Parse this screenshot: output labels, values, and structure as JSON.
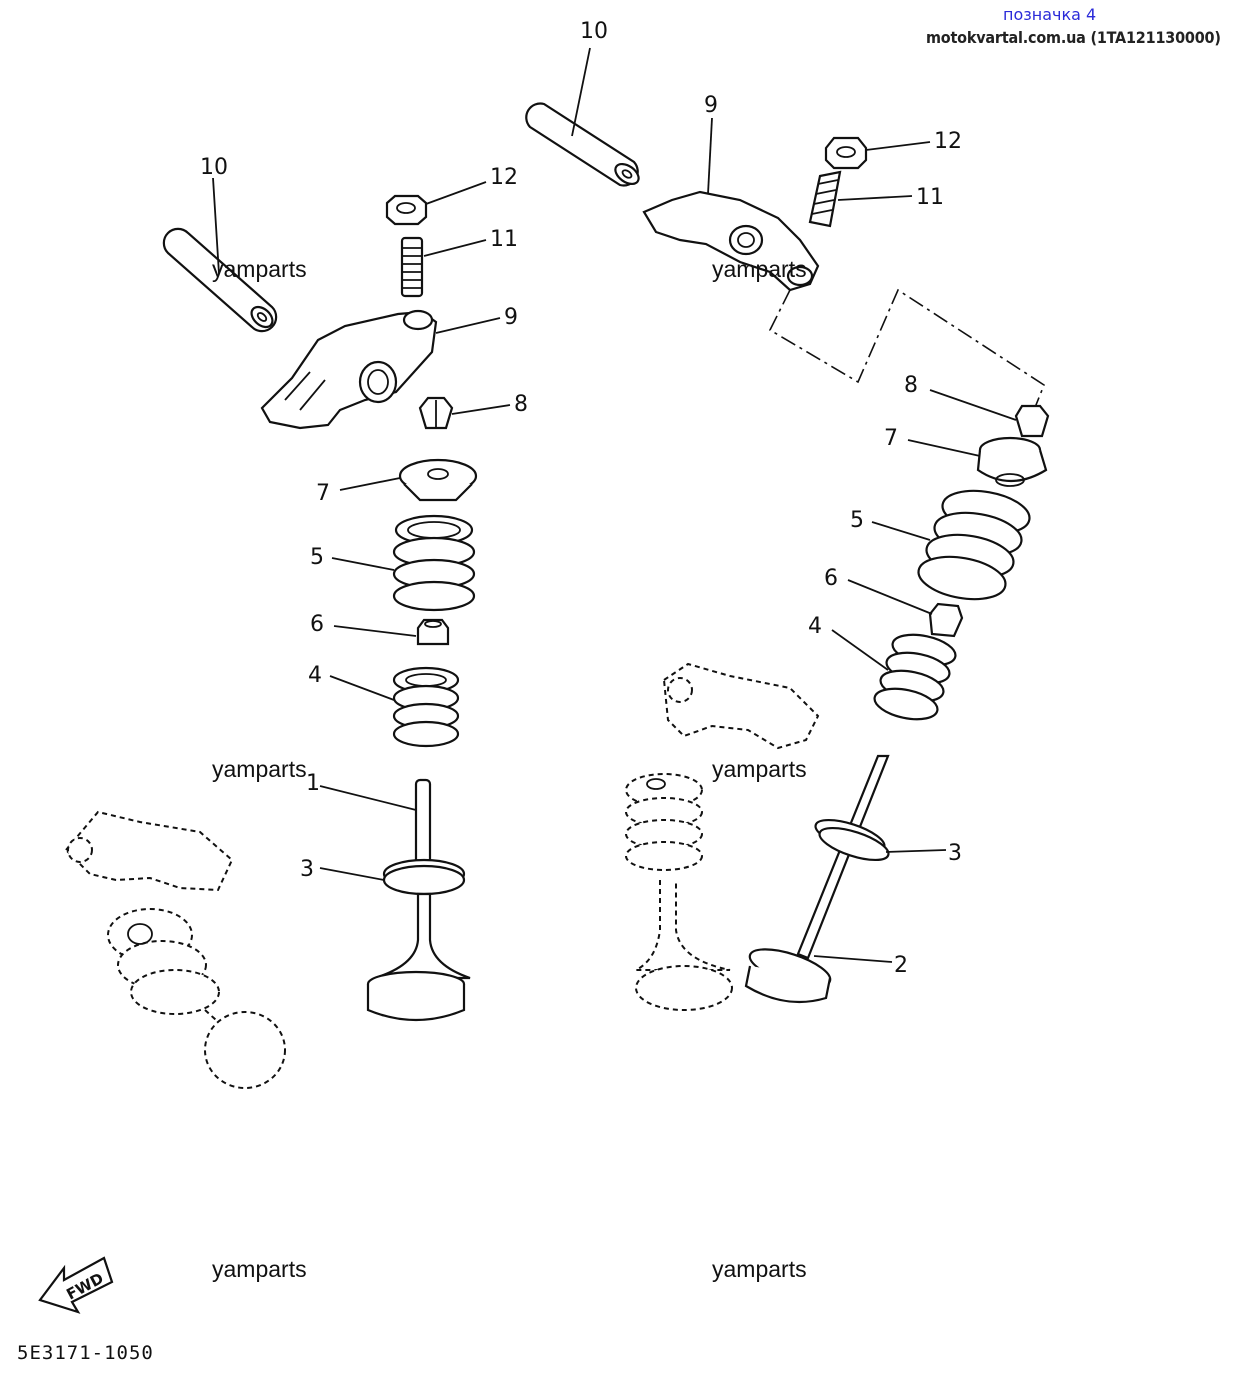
{
  "header": {
    "tag": "позначка 4",
    "source": "motokvartal.com.ua (1TA121130000)"
  },
  "watermarks": [
    "yamparts",
    "yamparts",
    "yamparts",
    "yamparts",
    "yamparts",
    "yamparts"
  ],
  "diagram_code": "5E3171-1050",
  "fwd_label": "FWD",
  "callouts": {
    "left": [
      "10",
      "12",
      "11",
      "9",
      "8",
      "7",
      "5",
      "6",
      "4",
      "1",
      "3"
    ],
    "right": [
      "10",
      "9",
      "12",
      "11",
      "8",
      "7",
      "5",
      "6",
      "4",
      "3",
      "2"
    ]
  }
}
